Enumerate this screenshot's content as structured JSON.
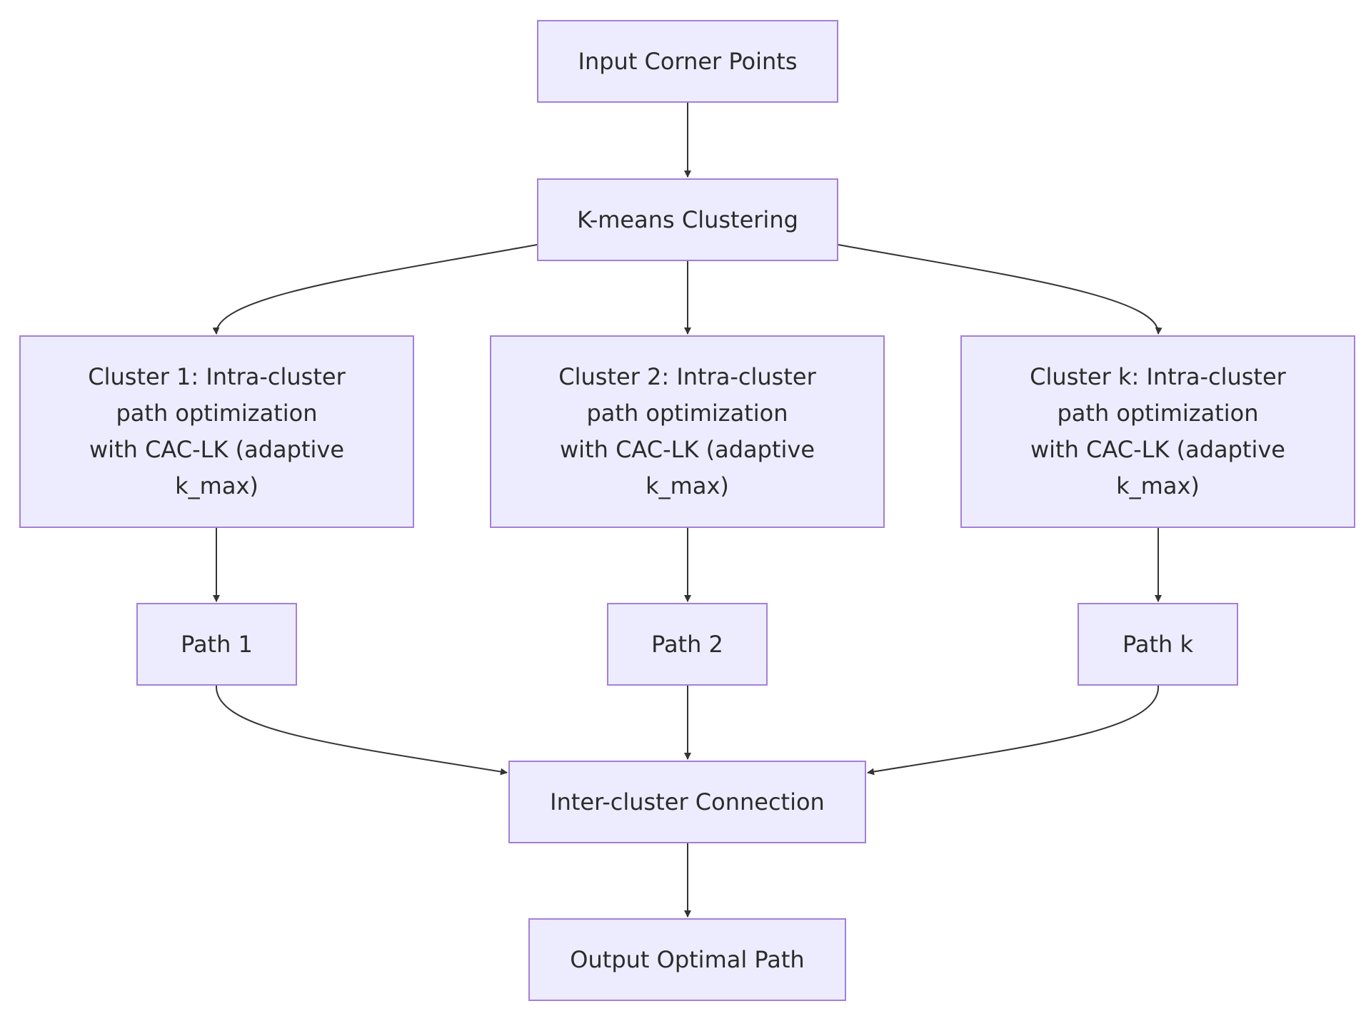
{
  "nodes": {
    "input": {
      "label": "Input Corner Points"
    },
    "kmeans": {
      "label": "K-means Clustering"
    },
    "cluster1": {
      "lines": [
        "Cluster 1: Intra-cluster",
        "path optimization",
        "with CAC-LK (adaptive",
        "k_max)"
      ]
    },
    "cluster2": {
      "lines": [
        "Cluster 2: Intra-cluster",
        "path optimization",
        "with CAC-LK (adaptive",
        "k_max)"
      ]
    },
    "clusterk": {
      "lines": [
        "Cluster k: Intra-cluster",
        "path optimization",
        "with CAC-LK (adaptive",
        "k_max)"
      ]
    },
    "path1": {
      "label": "Path 1"
    },
    "path2": {
      "label": "Path 2"
    },
    "pathk": {
      "label": "Path k"
    },
    "inter": {
      "label": "Inter-cluster Connection"
    },
    "output": {
      "label": "Output Optimal Path"
    }
  },
  "edges": [
    {
      "from": "input",
      "to": "kmeans"
    },
    {
      "from": "kmeans",
      "to": "cluster1"
    },
    {
      "from": "kmeans",
      "to": "cluster2"
    },
    {
      "from": "kmeans",
      "to": "clusterk"
    },
    {
      "from": "cluster1",
      "to": "path1"
    },
    {
      "from": "cluster2",
      "to": "path2"
    },
    {
      "from": "clusterk",
      "to": "pathk"
    },
    {
      "from": "path1",
      "to": "inter"
    },
    {
      "from": "path2",
      "to": "inter"
    },
    {
      "from": "pathk",
      "to": "inter"
    },
    {
      "from": "inter",
      "to": "output"
    }
  ],
  "colors": {
    "node_fill": "#ececfe",
    "node_border": "#a47fd8",
    "edge": "#333333",
    "text": "#2b2b2b"
  }
}
